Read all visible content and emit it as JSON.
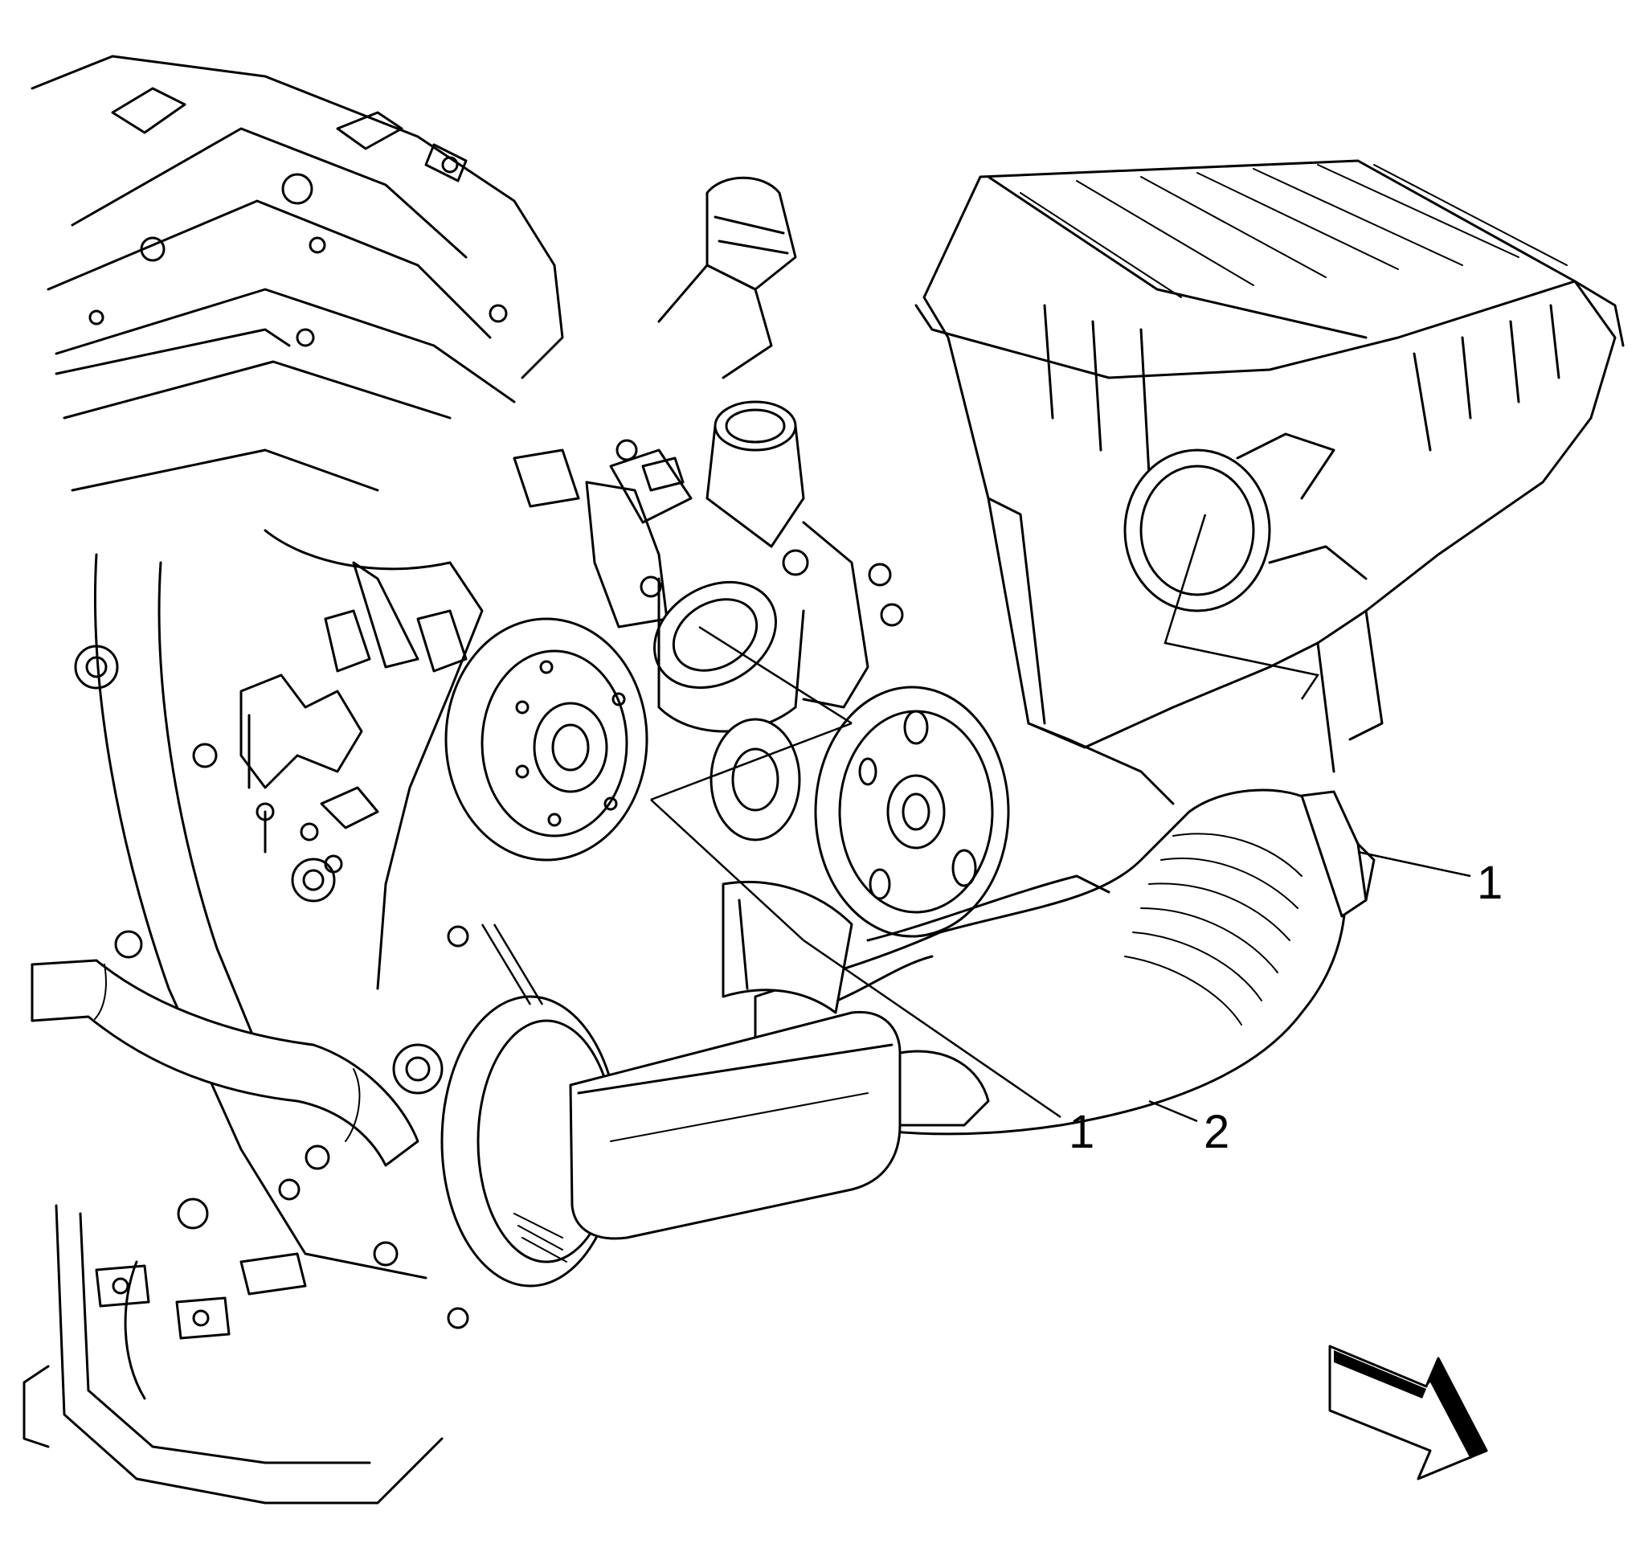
{
  "callouts": {
    "clamp_right": "1",
    "clamp_left": "1",
    "duct": "2"
  },
  "icons": {
    "view_arrow": "view-direction-arrow-icon"
  },
  "colors": {
    "line": "#000000",
    "background": "#ffffff"
  }
}
